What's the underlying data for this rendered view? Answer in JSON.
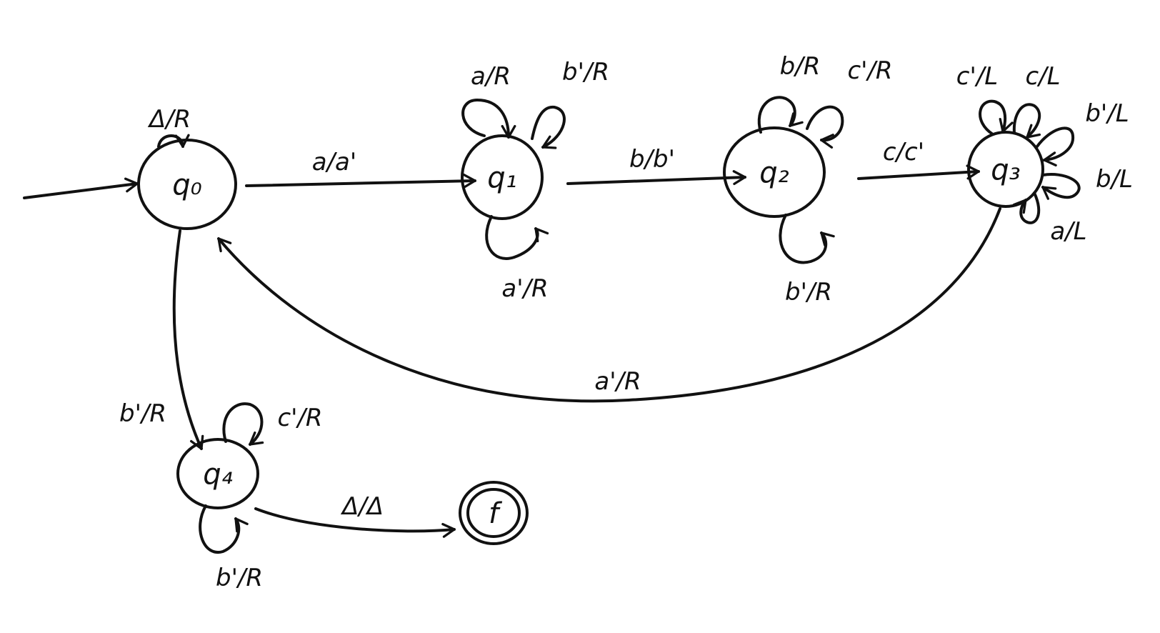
{
  "states": {
    "q0": "q₀",
    "q1": "q₁",
    "q2": "q₂",
    "q3": "q₃",
    "q4": "q₄",
    "f": "f"
  },
  "transitions": {
    "q0_self": "Δ/R",
    "q0_q1": "a/a'",
    "q1_self_a": "a/R",
    "q1_self_b": "b'/R",
    "q1_self_bottom": "a'/R",
    "q1_q2": "b/b'",
    "q2_self_b": "b/R",
    "q2_self_c": "c'/R",
    "q2_self_bottom": "b'/R",
    "q2_q3": "c/c'",
    "q3_self_c1": "c'/L",
    "q3_self_c2": "c/L",
    "q3_self_bprime": "b'/L",
    "q3_self_b": "b/L",
    "q3_self_a": "a/L",
    "q3_q0": "a'/R",
    "q0_q4": "b'/R",
    "q4_self_top": "c'/R",
    "q4_self_bottom": "b'/R",
    "q4_f": "Δ/Δ"
  }
}
